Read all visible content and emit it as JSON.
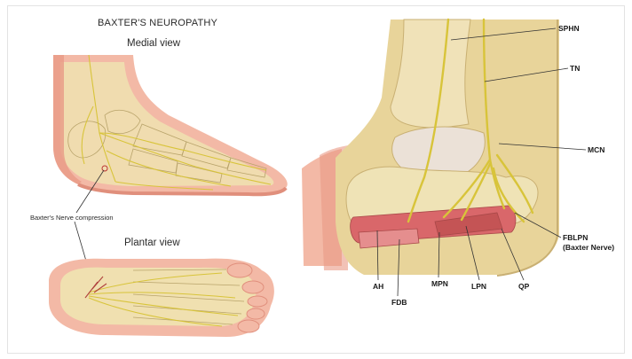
{
  "title": "BAXTER'S NEUROPATHY",
  "views": {
    "medial": "Medial view",
    "plantar": "Plantar view"
  },
  "callout": "Baxter's Nerve compression",
  "labels": {
    "sphn": "SPHN",
    "tn": "TN",
    "mcn": "MCN",
    "fblpn": "FBLPN",
    "fblpn_sub": "(Baxter Nerve)",
    "ah": "AH",
    "fdb": "FDB",
    "mpn": "MPN",
    "lpn": "LPN",
    "qp": "QP"
  },
  "colors": {
    "skin": "#f3b9a6",
    "skin_dark": "#e99a86",
    "bone": "#f2e7b8",
    "nerve": "#d8c43a",
    "muscle": "#d9676a",
    "tissue": "#e8d49a"
  }
}
